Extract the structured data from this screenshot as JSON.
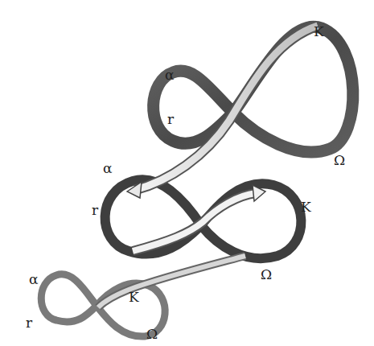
{
  "diagram": {
    "labels": [
      "K",
      "α",
      "r",
      "Ω",
      "α",
      "K",
      "r",
      "Ω",
      "α",
      "K",
      "r",
      "Ω"
    ]
  }
}
